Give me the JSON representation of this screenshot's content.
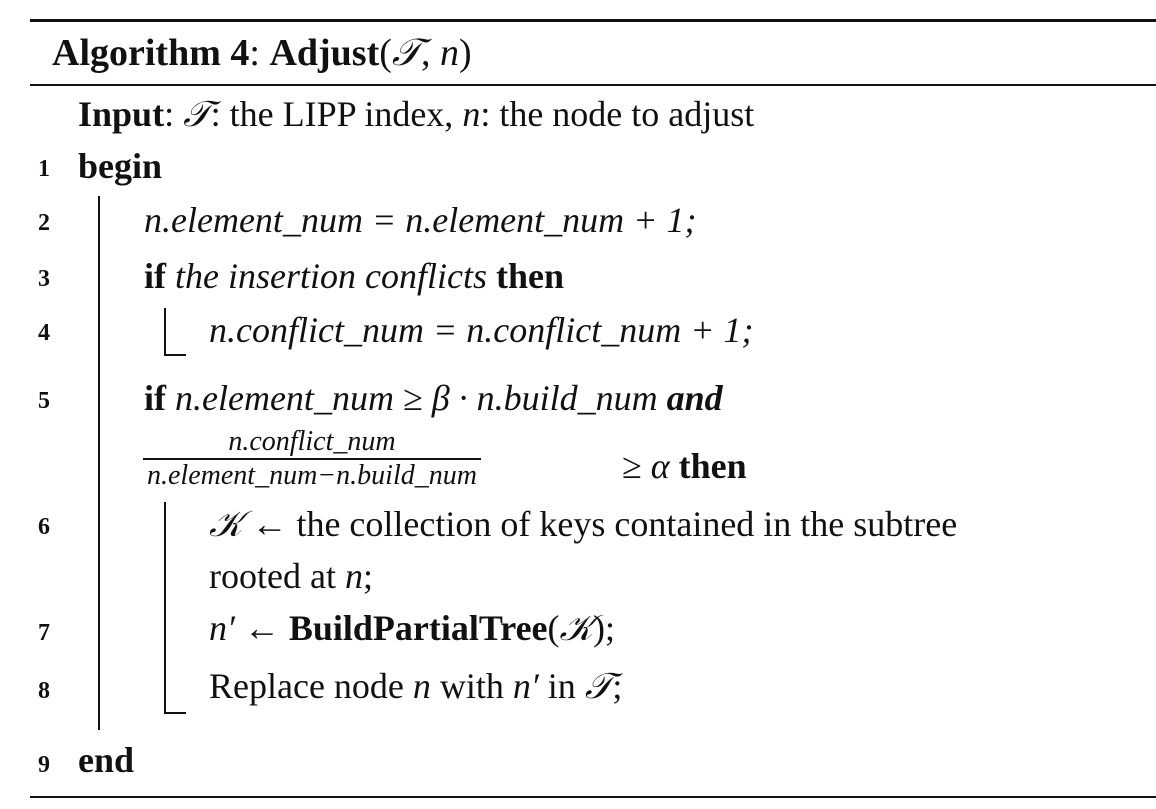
{
  "caption": {
    "label": "Algorithm 4",
    "sep": ": ",
    "name": "Adjust",
    "open": "(",
    "arg1": "𝒯",
    "comma": ", ",
    "arg2": "n",
    "close": ")"
  },
  "input": {
    "label": "Input",
    "colon": ": ",
    "tree": "𝒯",
    "tree_desc": ": the LIPP index, ",
    "node": "n",
    "node_desc": ": the node to adjust"
  },
  "lines": [
    {
      "num": "1",
      "kw": "begin"
    },
    {
      "num": "2",
      "text": "n.element_num = n.element_num + 1;"
    },
    {
      "num": "3",
      "kw_if": "if",
      "cond": "the insertion conflicts",
      "kw_then": "then"
    },
    {
      "num": "4",
      "text": "n.conflict_num = n.conflict_num + 1;"
    },
    {
      "num": "5",
      "kw_if": "if",
      "cond": "n.element_num ≥ β · n.build_num",
      "kw_and": "and"
    },
    {
      "num": "6",
      "sym": "𝒦",
      "text_a": " ← the collection of keys contained in the subtree",
      "text_b": "rooted at ",
      "var": "n",
      "semi": ";"
    },
    {
      "num": "7",
      "var": "n′",
      "arrow": " ← ",
      "fn": "BuildPartialTree",
      "open": "(",
      "sym": "𝒦",
      "close": ");"
    },
    {
      "num": "8",
      "text_a": "Replace node ",
      "var_a": "n",
      "text_b": " with ",
      "var_b": "n′",
      "text_c": " in ",
      "sym": "𝒯",
      "semi": ";"
    },
    {
      "num": "9",
      "kw": "end"
    }
  ],
  "fraction": {
    "numerator": "n.conflict_num",
    "denominator": "n.element_num−n.build_num",
    "rel": " ≥ ",
    "alpha": "α",
    "kw_then": "then"
  }
}
